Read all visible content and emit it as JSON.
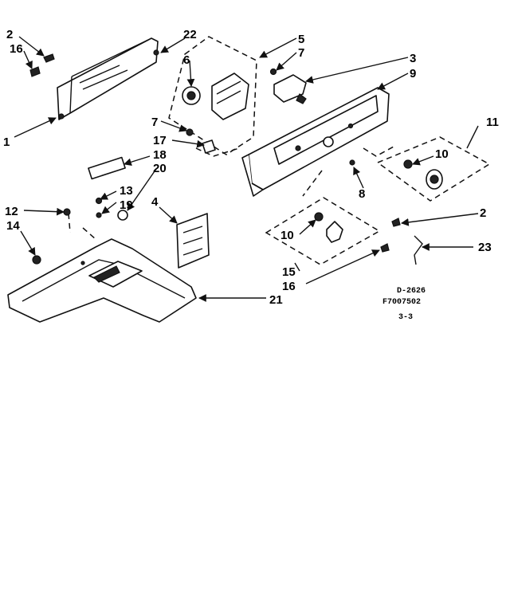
{
  "diagram": {
    "codes": {
      "small": "D-2626",
      "part_number": "F7007502",
      "page": "3-3"
    },
    "callouts": {
      "c1": "1",
      "c2a": "2",
      "c2b": "2",
      "c3": "3",
      "c4": "4",
      "c5": "5",
      "c6": "6",
      "c7a": "7",
      "c7b": "7",
      "c8": "8",
      "c9": "9",
      "c10a": "10",
      "c10b": "10",
      "c11": "11",
      "c12": "12",
      "c13": "13",
      "c14": "14",
      "c15": "15",
      "c16a": "16",
      "c16b": "16",
      "c17": "17",
      "c18": "18",
      "c19": "19",
      "c20": "20",
      "c21": "21",
      "c22": "22",
      "c23": "23"
    }
  }
}
